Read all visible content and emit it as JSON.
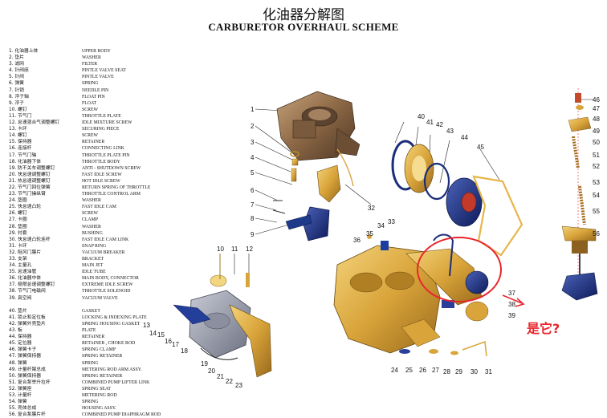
{
  "title_cn": "化油器分解图",
  "title_en": "CARBURETOR OVERHAUL SCHEME",
  "annotation": "是它?",
  "annotation_color": "#e8262c",
  "legend": [
    {
      "cn": "1. 化油器上体",
      "en": "UPPER BODY"
    },
    {
      "cn": "2. 垫片",
      "en": "WASHER"
    },
    {
      "cn": "3. 滤网",
      "en": "FILTER"
    },
    {
      "cn": "4. 针阀座",
      "en": "PINTLE VALVE SEAT"
    },
    {
      "cn": "5. 针阀",
      "en": "PINTLE VALVE"
    },
    {
      "cn": "6. 弹簧",
      "en": "SPRING"
    },
    {
      "cn": "7. 针销",
      "en": "NEEDLE PIN"
    },
    {
      "cn": "8. 浮子轴",
      "en": "FLOAT PIN"
    },
    {
      "cn": "9. 浮子",
      "en": "FLOAT"
    },
    {
      "cn": "10. 螺钉",
      "en": "SCREW"
    },
    {
      "cn": "11. 节气门",
      "en": "THROTTLE PLATE"
    },
    {
      "cn": "12. 怠速混合气调整螺钉",
      "en": "IDLE MIXTURE SCREW"
    },
    {
      "cn": "13. 卡环",
      "en": "SECURING PIECE"
    },
    {
      "cn": "14. 螺钉",
      "en": "SCREW"
    },
    {
      "cn": "15. 保持器",
      "en": "RETAINER"
    },
    {
      "cn": "16. 连接杆",
      "en": "CONNECTING LINK"
    },
    {
      "cn": "17. 节气门轴",
      "en": "THROTTLE PLATE PIN"
    },
    {
      "cn": "18. 化油器下体",
      "en": "THROTTLE BODY"
    },
    {
      "cn": "19. 防不关车调整螺钉",
      "en": "ANTI - SHUTDOWN SCREW"
    },
    {
      "cn": "20. 快怠速调整螺钉",
      "en": "FAST IDLE SCREW"
    },
    {
      "cn": "21. 热怠速调整螺钉",
      "en": "HOT IDLE SCREW"
    },
    {
      "cn": "22. 节气门回位弹簧",
      "en": "RETURN SPRING OF THROTTLE"
    },
    {
      "cn": "23. 节气门操纵臂",
      "en": "THROTTLE CONTROL ARM"
    },
    {
      "cn": "24. 垫圈",
      "en": "WASHER"
    },
    {
      "cn": "25. 快怠速凸轮",
      "en": "FAST IDLE CAM"
    },
    {
      "cn": "26. 螺钉",
      "en": "SCREW"
    },
    {
      "cn": "27. 卡圈",
      "en": "CLAMP"
    },
    {
      "cn": "28. 垫圈",
      "en": "WASHER"
    },
    {
      "cn": "29. 衬套",
      "en": "BUSHING"
    },
    {
      "cn": "30. 快怠速凸轮连杆",
      "en": "FAST IDLE CAM LINK"
    },
    {
      "cn": "31. 卡环",
      "en": "SNAP RING"
    },
    {
      "cn": "32. 阻风门膜片",
      "en": "VACUUM BREAKER"
    },
    {
      "cn": "33. 支架",
      "en": "BRACKET"
    },
    {
      "cn": "34. 主量孔",
      "en": "MAIN JET"
    },
    {
      "cn": "35. 怠速油管",
      "en": "IDLE TUBE"
    },
    {
      "cn": "36. 化油器中体",
      "en": "MAIN BODY, CONNECTOR"
    },
    {
      "cn": "37. 极限怠速调整螺钉",
      "en": "EXTREME IDLE SCREW"
    },
    {
      "cn": "38. 节气门电磁阀",
      "en": "THROTTLE SOLENOID"
    },
    {
      "cn": "39. 真空阀",
      "en": "VACUUM VALVE"
    },
    {
      "cn": "",
      "en": ""
    },
    {
      "cn": "40. 垫片",
      "en": "GASKET"
    },
    {
      "cn": "41. 锁止和定位板",
      "en": "LOCKING & INDEXING PLATE"
    },
    {
      "cn": "42. 弹簧外壳垫片",
      "en": "SPRING HOUSING GASKET"
    },
    {
      "cn": "43. 板",
      "en": "PLATE"
    },
    {
      "cn": "44. 保持器",
      "en": "RETAINER"
    },
    {
      "cn": "45. 定位器",
      "en": "RETAINER , CHOKE ROD"
    },
    {
      "cn": "46. 弹簧卡子",
      "en": "SPRING CLAMP"
    },
    {
      "cn": "47. 弹簧保持器",
      "en": "SPRING RETAINER"
    },
    {
      "cn": "48. 弹簧",
      "en": "SPRING"
    },
    {
      "cn": "49. 计量杆臂总成",
      "en": "METERING ROD ARM ASSY."
    },
    {
      "cn": "50. 弹簧保持器",
      "en": "SPRING RETAINER"
    },
    {
      "cn": "51. 复合泵举升拉杆",
      "en": "COMBINED PUMP LIFTER LINK"
    },
    {
      "cn": "52. 弹簧座",
      "en": "SPRING SEAT"
    },
    {
      "cn": "53. 计量杆",
      "en": "METERING ROD"
    },
    {
      "cn": "54. 弹簧",
      "en": "SPRING"
    },
    {
      "cn": "55. 壳体总成",
      "en": "HOUSING ASSY."
    },
    {
      "cn": "56. 复合泵膜片杆",
      "en": "COMBINED PUMP DIAPHRAGM ROD"
    }
  ],
  "callouts": [
    "1",
    "2",
    "3",
    "4",
    "5",
    "6",
    "7",
    "8",
    "9",
    "10",
    "11",
    "12",
    "13",
    "14",
    "15",
    "16",
    "17",
    "18",
    "19",
    "20",
    "21",
    "22",
    "23",
    "24",
    "25",
    "26",
    "27",
    "28",
    "29",
    "30",
    "31",
    "32",
    "33",
    "34",
    "35",
    "36",
    "37",
    "38",
    "39",
    "40",
    "41",
    "42",
    "43",
    "44",
    "45",
    "46",
    "47",
    "48",
    "49",
    "50",
    "51",
    "52",
    "53",
    "54",
    "55",
    "56"
  ]
}
